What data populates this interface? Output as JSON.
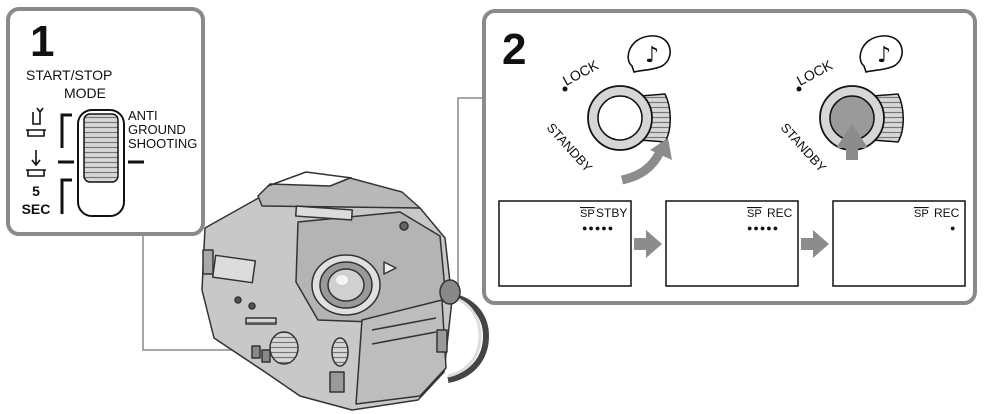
{
  "step1": {
    "number": "1",
    "title_line1": "START/STOP",
    "title_line2": "MODE",
    "right_label_1": "ANTI",
    "right_label_2": "GROUND",
    "right_label_3": "SHOOTING",
    "sec_number": "5",
    "sec_unit": "SEC"
  },
  "step2": {
    "number": "2",
    "dial_lock": "LOCK",
    "dial_standby": "STANDBY",
    "screens": [
      {
        "sp": "SP",
        "status": "STBY",
        "dots": "●●●●●"
      },
      {
        "sp": "SP",
        "status": "REC",
        "dots": "●●●●●"
      },
      {
        "sp": "SP",
        "status": "REC",
        "dots": "●"
      }
    ]
  },
  "icons": [
    "music-note-icon",
    "curved-arrow-icon",
    "push-arrow-icon",
    "right-arrow-icon",
    "camcorder-illustration"
  ]
}
